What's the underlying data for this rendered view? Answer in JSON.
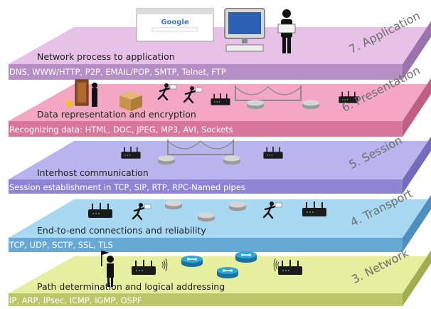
{
  "layers": [
    {
      "name": "7. Application",
      "description": "Network process to application",
      "protocols": "DNS, WWW/HTTP, P2P, EMAIL/POP, SMTP, Telnet, FTP",
      "colors": {
        "top": "#e8c1e9",
        "band": "#b68ec6",
        "side": "#9c74ad"
      }
    },
    {
      "name": "6. Presentation",
      "description": "Data representation and encryption",
      "protocols": "Recognizing data: HTML, DOC, JPEG, MP3, AVI, Sockets",
      "colors": {
        "top": "#f3a7c3",
        "band": "#d8779b",
        "side": "#bf5f84"
      }
    },
    {
      "name": "5. Session",
      "description": "Interhost communication",
      "protocols": "Session establishment in TCP, SIP, RTP, RPC-Named pipes",
      "colors": {
        "top": "#b9b4ee",
        "band": "#8e86d4",
        "side": "#746cba"
      }
    },
    {
      "name": "4. Transport",
      "description": "End-to-end connections and reliability",
      "protocols": "TCP, UDP, SCTP, SSL, TLS",
      "colors": {
        "top": "#a9d8f2",
        "band": "#68a8d4",
        "side": "#4f8fbb"
      }
    },
    {
      "name": "3. Network",
      "description": "Path determination and logical addressing",
      "protocols": "IP, ARP, IPsec, ICMP, IGMP, OSPF",
      "colors": {
        "top": "#e6ef9f",
        "band": "#bcc76c",
        "side": "#a2ad53"
      }
    }
  ],
  "browser": {
    "logo_text": "Google"
  },
  "icons": [
    "browser-window-icon",
    "desktop-computer-icon",
    "person-with-laptop-icon",
    "door-with-person-icon",
    "package-box-icon",
    "running-courier-icon",
    "router-icon",
    "suspension-bridge-icon",
    "network-switch-icon",
    "person-waving-flag-icon",
    "wifi-signal-icon"
  ]
}
